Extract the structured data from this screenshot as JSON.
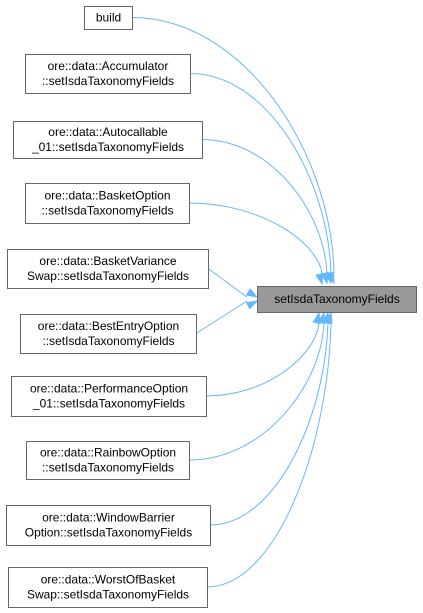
{
  "target": {
    "lines": [
      "setIsdaTaxonomyFields"
    ]
  },
  "callers": [
    {
      "id": "build",
      "lines": [
        "build"
      ]
    },
    {
      "id": "accumulator",
      "lines": [
        "ore::data::Accumulator",
        "::setIsdaTaxonomyFields"
      ]
    },
    {
      "id": "autocallable",
      "lines": [
        "ore::data::Autocallable",
        "_01::setIsdaTaxonomyFields"
      ]
    },
    {
      "id": "basket-option",
      "lines": [
        "ore::data::BasketOption",
        "::setIsdaTaxonomyFields"
      ]
    },
    {
      "id": "basket-variance-swap",
      "lines": [
        "ore::data::BasketVariance",
        "Swap::setIsdaTaxonomyFields"
      ]
    },
    {
      "id": "best-entry-option",
      "lines": [
        "ore::data::BestEntryOption",
        "::setIsdaTaxonomyFields"
      ]
    },
    {
      "id": "performance-option",
      "lines": [
        "ore::data::PerformanceOption",
        "_01::setIsdaTaxonomyFields"
      ]
    },
    {
      "id": "rainbow-option",
      "lines": [
        "ore::data::RainbowOption",
        "::setIsdaTaxonomyFields"
      ]
    },
    {
      "id": "window-barrier-option",
      "lines": [
        "ore::data::WindowBarrier",
        "Option::setIsdaTaxonomyFields"
      ]
    },
    {
      "id": "worst-of-basket-swap",
      "lines": [
        "ore::data::WorstOfBasket",
        "Swap::setIsdaTaxonomyFields"
      ]
    }
  ],
  "colors": {
    "edge": "#63b8ff",
    "node_border": "#666666",
    "target_fill": "#999999",
    "node_fill": "#ffffff"
  }
}
